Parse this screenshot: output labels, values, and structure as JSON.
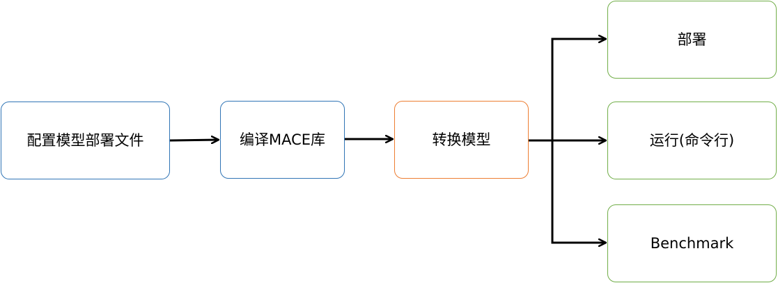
{
  "colors": {
    "blue_stroke": "#2f74b5",
    "orange_stroke": "#ed7d31",
    "green_stroke": "#70ad47",
    "arrow": "#000000"
  },
  "nodes": {
    "config": {
      "label": "配置模型部署文件",
      "stroke": "blue"
    },
    "build": {
      "label": "编译MACE库",
      "stroke": "blue"
    },
    "convert": {
      "label": "转换模型",
      "stroke": "orange"
    },
    "deploy": {
      "label": "部署",
      "stroke": "green"
    },
    "run": {
      "label": "运行(命令行)",
      "stroke": "green"
    },
    "benchmark": {
      "label": "Benchmark",
      "stroke": "green"
    }
  },
  "edges": [
    {
      "from": "config",
      "to": "build"
    },
    {
      "from": "build",
      "to": "convert"
    },
    {
      "from": "convert",
      "to": "deploy"
    },
    {
      "from": "convert",
      "to": "run"
    },
    {
      "from": "convert",
      "to": "benchmark"
    }
  ]
}
